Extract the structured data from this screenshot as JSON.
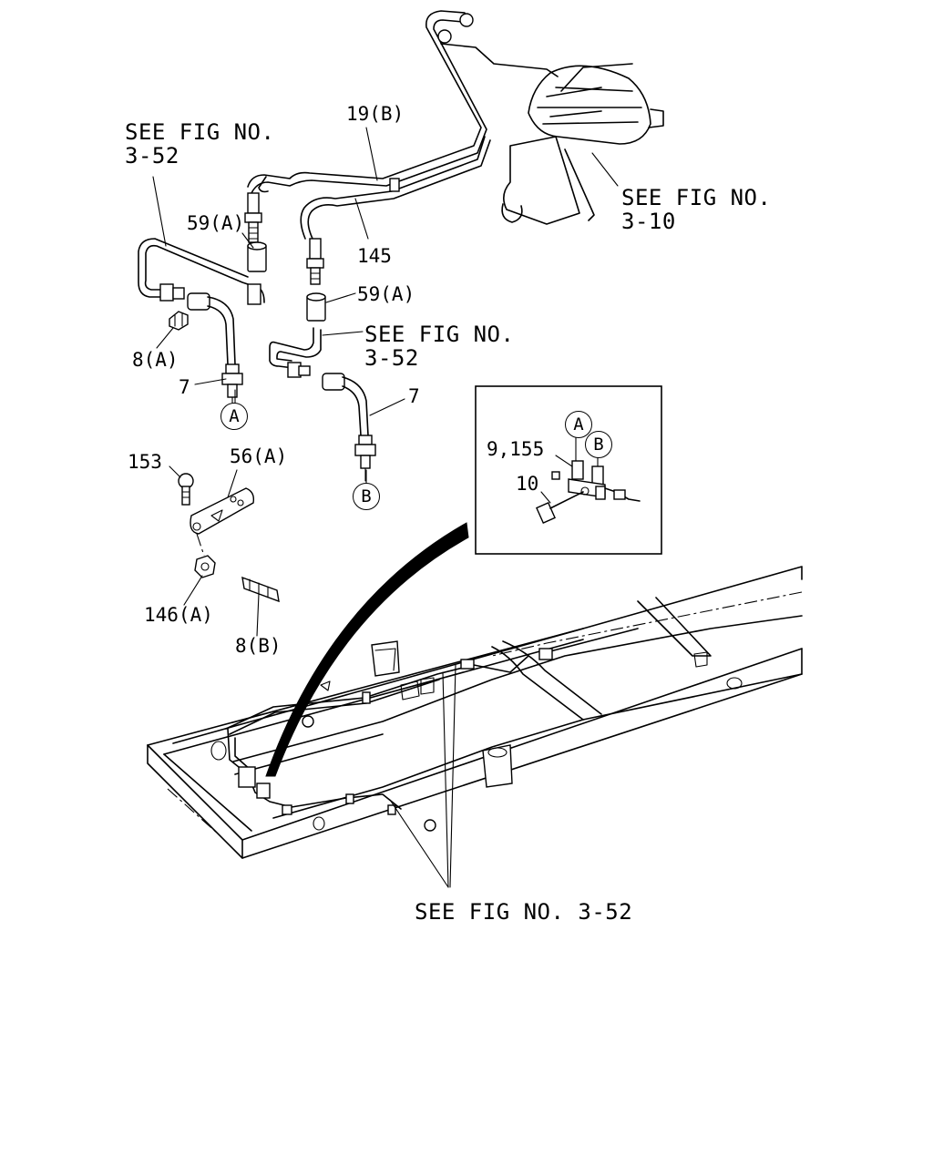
{
  "callouts": {
    "see_3_52_top": "SEE FIG NO.\n3-52",
    "see_3_10": "SEE FIG NO.\n3-10",
    "see_3_52_mid": "SEE FIG NO.\n3-52",
    "see_3_52_bottom": "SEE FIG NO. 3-52"
  },
  "part_labels": {
    "p19b": "19(B)",
    "p145": "145",
    "p59a_left": "59(A)",
    "p59a_right": "59(A)",
    "p8a": "8(A)",
    "p7_left": "7",
    "p7_right": "7",
    "p153": "153",
    "p56a": "56(A)",
    "p146a": "146(A)",
    "p8b": "8(B)",
    "p9_155": "9,155",
    "p10": "10"
  },
  "connector_marks": {
    "a_left": "A",
    "b_mid": "B",
    "a_inset": "A",
    "b_inset": "B"
  }
}
